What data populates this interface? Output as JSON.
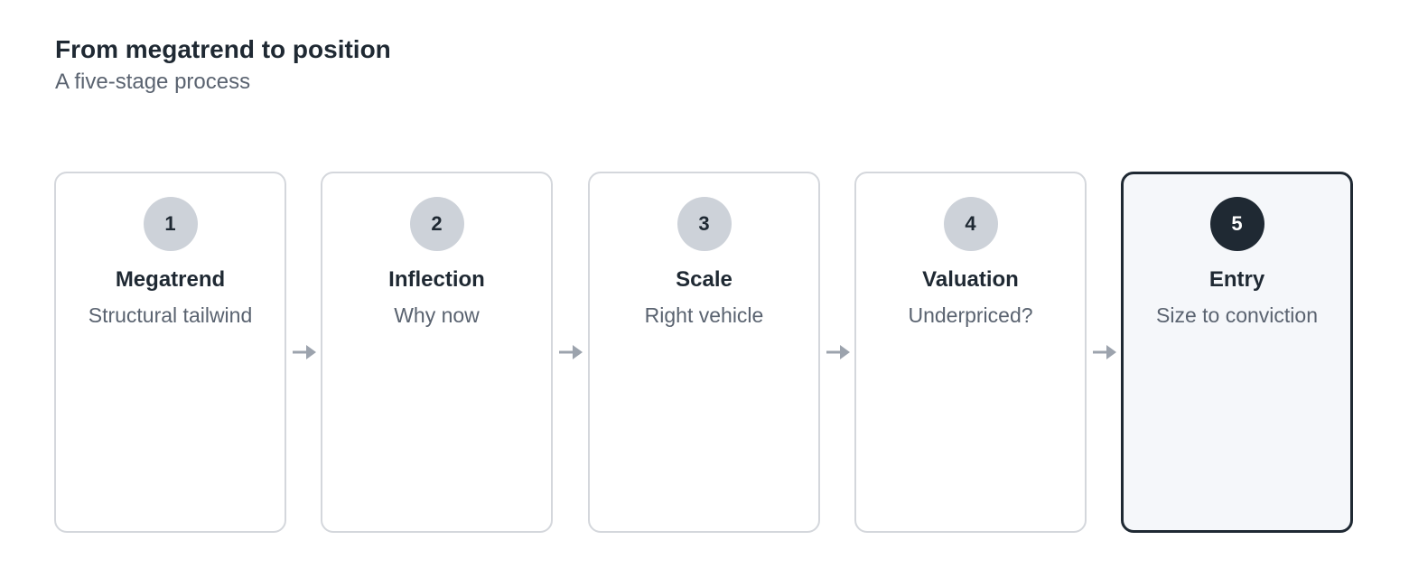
{
  "header": {
    "title": "From megatrend to position",
    "subtitle": "A five-stage process"
  },
  "stages": [
    {
      "number": "1",
      "title": "Megatrend",
      "subtitle": "Structural tailwind"
    },
    {
      "number": "2",
      "title": "Inflection",
      "subtitle": "Why now"
    },
    {
      "number": "3",
      "title": "Scale",
      "subtitle": "Right vehicle"
    },
    {
      "number": "4",
      "title": "Valuation",
      "subtitle": "Underpriced?"
    },
    {
      "number": "5",
      "title": "Entry",
      "subtitle": "Size to conviction",
      "highlighted": true
    }
  ],
  "colors": {
    "text": "#1f2933",
    "muted_text": "#5a6370",
    "card_border": "#d4d7dc",
    "badge": "#cdd2d9",
    "highlight_border": "#1f2933",
    "highlight_background": "#f5f7fa",
    "arrow": "#9ca3ad"
  },
  "icons": {
    "connector": "arrow-right-icon"
  }
}
